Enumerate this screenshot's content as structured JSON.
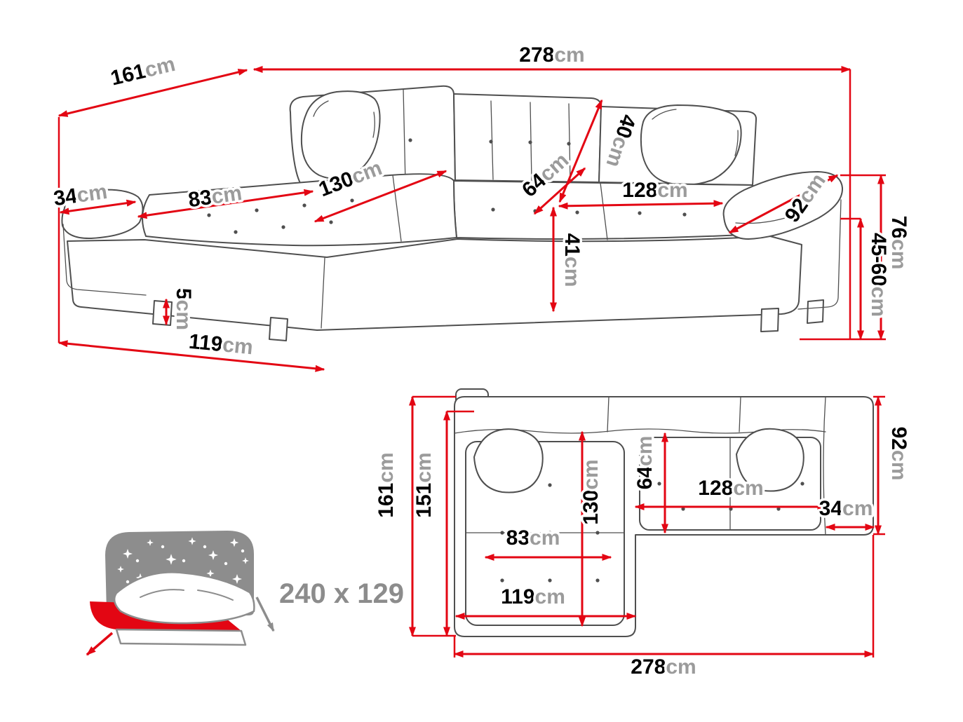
{
  "colors": {
    "dimension_red": "#e30613",
    "line_gray": "#4f4f4f",
    "unit_gray": "#9b9b9b",
    "icon_gray": "#8d8d8d"
  },
  "perspective_view": {
    "labels": {
      "width": {
        "v": "278",
        "u": "cm"
      },
      "depth": {
        "v": "161",
        "u": "cm"
      },
      "chaise_depth": {
        "v": "119",
        "u": "cm"
      },
      "armrest_left_width": {
        "v": "34",
        "u": "cm"
      },
      "chaise_seat_width": {
        "v": "83",
        "u": "cm"
      },
      "chaise_seat_length": {
        "v": "130",
        "u": "cm"
      },
      "seat_depth": {
        "v": "64",
        "u": "cm"
      },
      "backrest_height": {
        "v": "40",
        "u": "cm"
      },
      "seat_width": {
        "v": "128",
        "u": "cm"
      },
      "armrest_right_length": {
        "v": "92",
        "u": "cm"
      },
      "total_height": {
        "v": "76",
        "u": "cm"
      },
      "seat_height_range": {
        "v": "45-60",
        "u": "cm"
      },
      "seat_height": {
        "v": "41",
        "u": "cm"
      },
      "leg_height": {
        "v": "5",
        "u": "cm"
      }
    }
  },
  "top_view": {
    "labels": {
      "depth_total": {
        "v": "161",
        "u": "cm"
      },
      "depth_inner": {
        "v": "151",
        "u": "cm"
      },
      "armrest_right_length": {
        "v": "92",
        "u": "cm"
      },
      "chaise_seat_length": {
        "v": "130",
        "u": "cm"
      },
      "seat_depth": {
        "v": "64",
        "u": "cm"
      },
      "seat_width": {
        "v": "128",
        "u": "cm"
      },
      "armrest_width": {
        "v": "34",
        "u": "cm"
      },
      "chaise_seat_width": {
        "v": "83",
        "u": "cm"
      },
      "chaise_depth": {
        "v": "119",
        "u": "cm"
      },
      "width_total": {
        "v": "278",
        "u": "cm"
      }
    }
  },
  "sleeping_function": {
    "bed_size": "240 x 129"
  }
}
